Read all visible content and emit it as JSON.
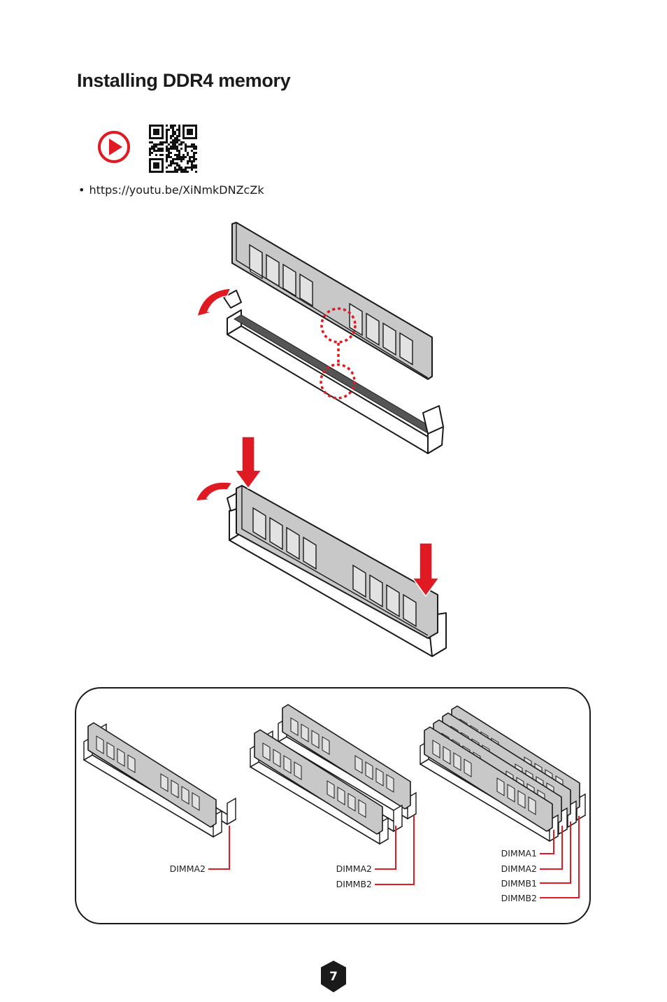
{
  "page": {
    "title": "Installing DDR4 memory",
    "video_link": "https://youtu.be/XiNmkDNZcZk",
    "page_number": "7"
  },
  "config_labels": {
    "single": [
      "DIMMA2"
    ],
    "dual": [
      "DIMMA2",
      "DIMMB2"
    ],
    "quad": [
      "DIMMA1",
      "DIMMA2",
      "DIMMB1",
      "DIMMB2"
    ]
  },
  "icons": {
    "play": "play-icon",
    "qr": "qr-code-icon",
    "rotate": "rotate-arrow-icon",
    "push": "push-down-arrow-icon"
  },
  "colors": {
    "accent": "#e01a22",
    "ink": "#1a1a1a",
    "module": "#c8c8c8"
  }
}
